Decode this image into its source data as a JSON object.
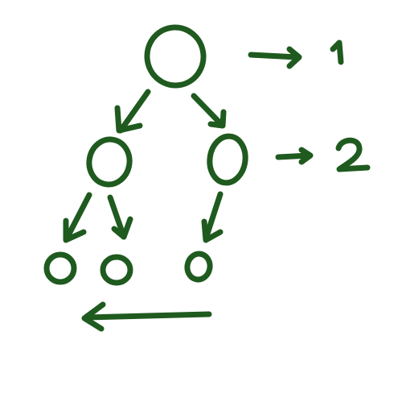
{
  "diagram": {
    "ink_color": "#1f5a1f",
    "nodes": [
      {
        "id": "root",
        "level": 1
      },
      {
        "id": "left-child",
        "level": 2
      },
      {
        "id": "right-child",
        "level": 2
      },
      {
        "id": "left-left-leaf",
        "level": 3
      },
      {
        "id": "left-right-leaf",
        "level": 3
      },
      {
        "id": "right-left-leaf",
        "level": 3
      }
    ],
    "edges": [
      {
        "from": "root",
        "to": "left-child"
      },
      {
        "from": "root",
        "to": "right-child"
      },
      {
        "from": "left-child",
        "to": "left-left-leaf"
      },
      {
        "from": "left-child",
        "to": "left-right-leaf"
      },
      {
        "from": "right-child",
        "to": "right-left-leaf"
      }
    ],
    "level_labels": [
      "1",
      "2"
    ]
  }
}
